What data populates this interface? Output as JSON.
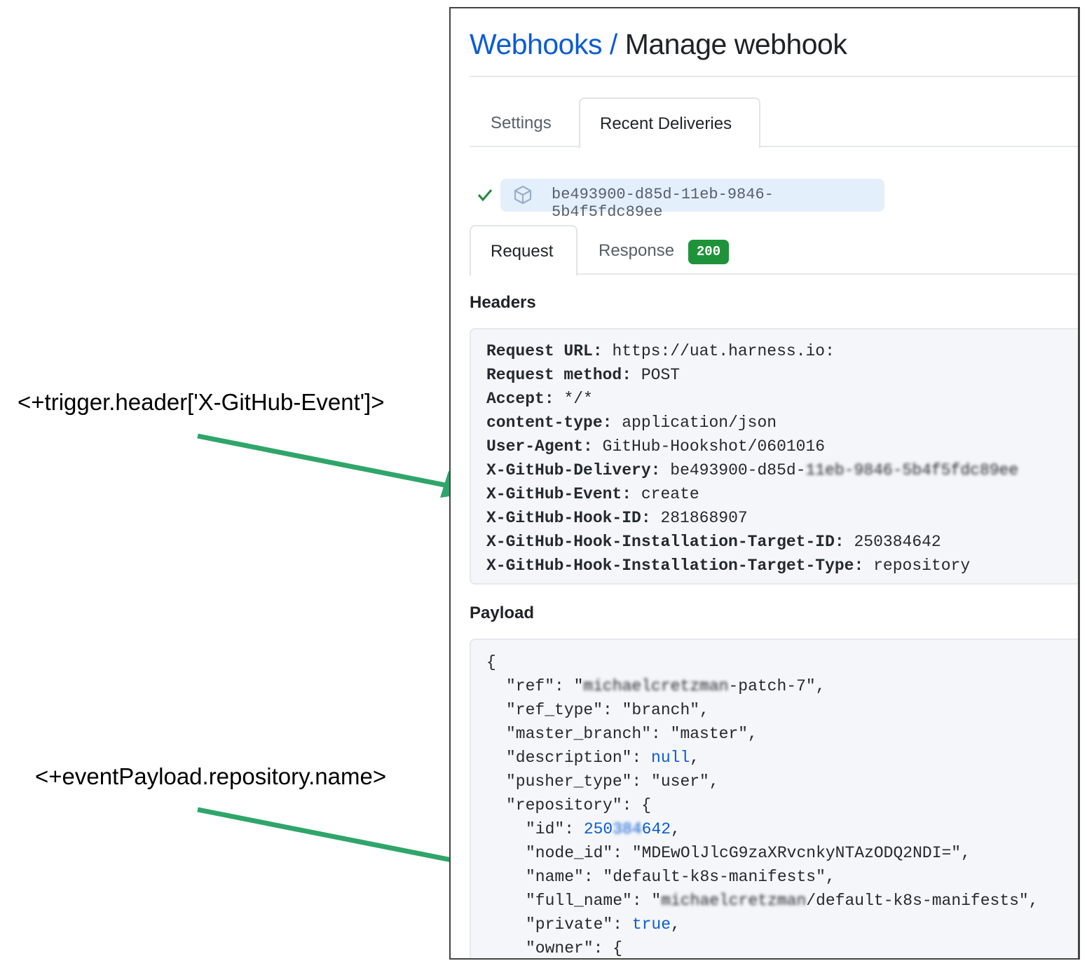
{
  "annotations": [
    {
      "text": "<+trigger.header['X-GitHub-Event']>"
    },
    {
      "text": "<+eventPayload.repository.name>"
    }
  ],
  "arrow_color": "#2fa56a",
  "header": {
    "breadcrumb": "Webhooks",
    "separator": "/",
    "title": "Manage webhook"
  },
  "tabs": [
    {
      "label": "Settings"
    },
    {
      "label": "Recent Deliveries",
      "active": true
    }
  ],
  "delivery": {
    "status": "success",
    "id": "be493900-d85d-11eb-9846-5b4f5fdc89ee"
  },
  "subtabs": {
    "request": "Request",
    "response": "Response",
    "status_code": "200"
  },
  "headers_title": "Headers",
  "headers": [
    {
      "key": "Request URL:",
      "value": "https://uat.harness.io:"
    },
    {
      "key": "Request method:",
      "value": "POST"
    },
    {
      "key": "Accept:",
      "value": "*/*"
    },
    {
      "key": "content-type:",
      "value": "application/json"
    },
    {
      "key": "User-Agent:",
      "value": "GitHub-Hookshot/0601016"
    },
    {
      "key": "X-GitHub-Delivery:",
      "value": "be493900-d85d-",
      "redacted": "11eb-9846-5b4f5fdc89ee"
    },
    {
      "key": "X-GitHub-Event:",
      "value": "create"
    },
    {
      "key": "X-GitHub-Hook-ID:",
      "value": "281868907"
    },
    {
      "key": "X-GitHub-Hook-Installation-Target-ID:",
      "value": "250384642"
    },
    {
      "key": "X-GitHub-Hook-Installation-Target-Type:",
      "value": "repository"
    }
  ],
  "payload_title": "Payload",
  "payload": {
    "open": "{",
    "ref": {
      "key": "\"ref\": \"",
      "redacted": "michaelcretzman",
      "rest": "-patch-7\","
    },
    "ref_type": "\"ref_type\": \"branch\",",
    "master_branch": "\"master_branch\": \"master\",",
    "description": {
      "key": "\"description\": ",
      "value": "null",
      "end": ","
    },
    "pusher_type": "\"pusher_type\": \"user\",",
    "repository": "\"repository\": {",
    "id": {
      "key": "\"id\": ",
      "v1": "250",
      "redacted": "384",
      "v2": "642",
      "end": ","
    },
    "node_id": "\"node_id\": \"MDEwOlJlcG9zaXRvcnkyNTAzODQ2NDI=\",",
    "name": "\"name\": \"default-k8s-manifests\",",
    "full_name": {
      "key": "\"full_name\": \"",
      "redacted": "michaelcretzman",
      "rest": "/default-k8s-manifests\","
    },
    "private": {
      "key": "\"private\": ",
      "value": "true",
      "end": ","
    },
    "owner": "\"owner\": {"
  }
}
